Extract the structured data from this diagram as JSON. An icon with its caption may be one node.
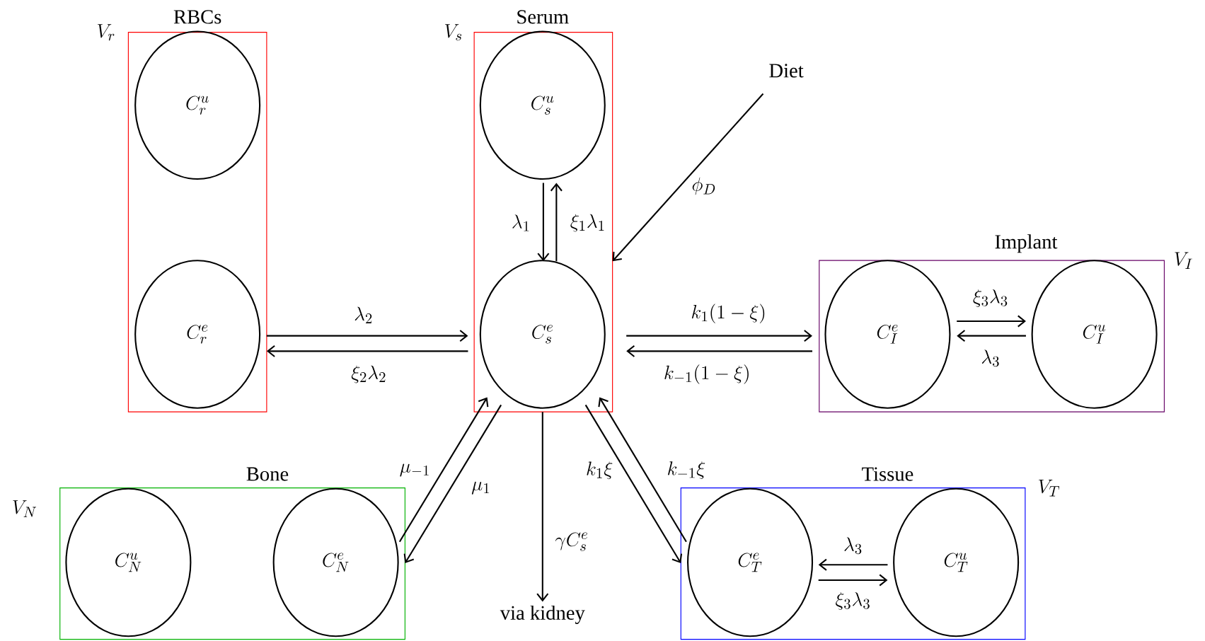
{
  "diagram": {
    "nodes": [
      {
        "text": [
          "RBCs"
        ],
        "beside": [
          "V_r"
        ]
      },
      {
        "text": [
          "C_r^u"
        ],
        "in": 0
      },
      {
        "text": [
          "C_r^e"
        ],
        "in": 0
      },
      {
        "text": [
          "Serum"
        ],
        "beside": [
          "V_s"
        ]
      },
      {
        "text": [
          "C_s^u"
        ],
        "in": 3
      },
      {
        "text": [
          "C_s^e"
        ],
        "in": 3
      },
      {
        "text": [
          "Diet"
        ]
      },
      {
        "text": [
          "Implant"
        ],
        "beside": [
          "V_I"
        ]
      },
      {
        "text": [
          "C_I^e"
        ],
        "in": 7
      },
      {
        "text": [
          "C_I^u"
        ],
        "in": 7
      },
      {
        "text": [
          "Bone"
        ],
        "beside": [
          "V_N"
        ]
      },
      {
        "text": [
          "C_N^u"
        ],
        "in": 10
      },
      {
        "text": [
          "C_N^e"
        ],
        "in": 10
      },
      {
        "text": [
          "via kidney"
        ]
      },
      {
        "text": [
          "Tissue"
        ],
        "beside": [
          "V_T"
        ]
      },
      {
        "text": [
          "C_T^e"
        ],
        "in": 14
      },
      {
        "text": [
          "C_T^u"
        ],
        "in": 14
      }
    ],
    "edges": [
      {
        "from": 4,
        "to": 5,
        "arrow": "to",
        "label": "\\lambda_1"
      },
      {
        "from": 5,
        "to": 4,
        "arrow": "to",
        "label": "\\xi_1\\lambda_1"
      },
      {
        "from": 2,
        "to": 5,
        "arrow": "to",
        "label": "\\lambda_2"
      },
      {
        "from": 5,
        "to": 2,
        "arrow": "to",
        "label": "\\xi_2\\lambda_2"
      },
      {
        "from": 6,
        "to": 3,
        "arrow": "to",
        "label": "\\phi_D"
      },
      {
        "from": 5,
        "to": 8,
        "arrow": "to",
        "label": "k_1(1-\\xi)"
      },
      {
        "from": 8,
        "to": 5,
        "arrow": "to",
        "label": "k_{-1}(1-\\xi)"
      },
      {
        "from": 8,
        "to": 9,
        "arrow": "to",
        "label": "\\xi_3\\lambda_3"
      },
      {
        "from": 9,
        "to": 8,
        "arrow": "to",
        "label": "\\lambda_3"
      },
      {
        "from": 12,
        "to": 5,
        "arrow": "to",
        "label": "\\mu_{-1}"
      },
      {
        "from": 5,
        "to": 12,
        "arrow": "to",
        "label": "\\mu_1"
      },
      {
        "from": 3,
        "to": 13,
        "arrow": "to",
        "label": "\\gamma C_s^e"
      },
      {
        "from": 5,
        "to": 15,
        "arrow": "to",
        "label": "k_1\\xi"
      },
      {
        "from": 15,
        "to": 5,
        "arrow": "to",
        "label": "k_{-1}\\xi"
      },
      {
        "from": 16,
        "to": 15,
        "arrow": "to",
        "label": "\\lambda_3"
      },
      {
        "from": 15,
        "to": 16,
        "arrow": "to",
        "label": "\\xi_3\\lambda_3"
      }
    ]
  }
}
